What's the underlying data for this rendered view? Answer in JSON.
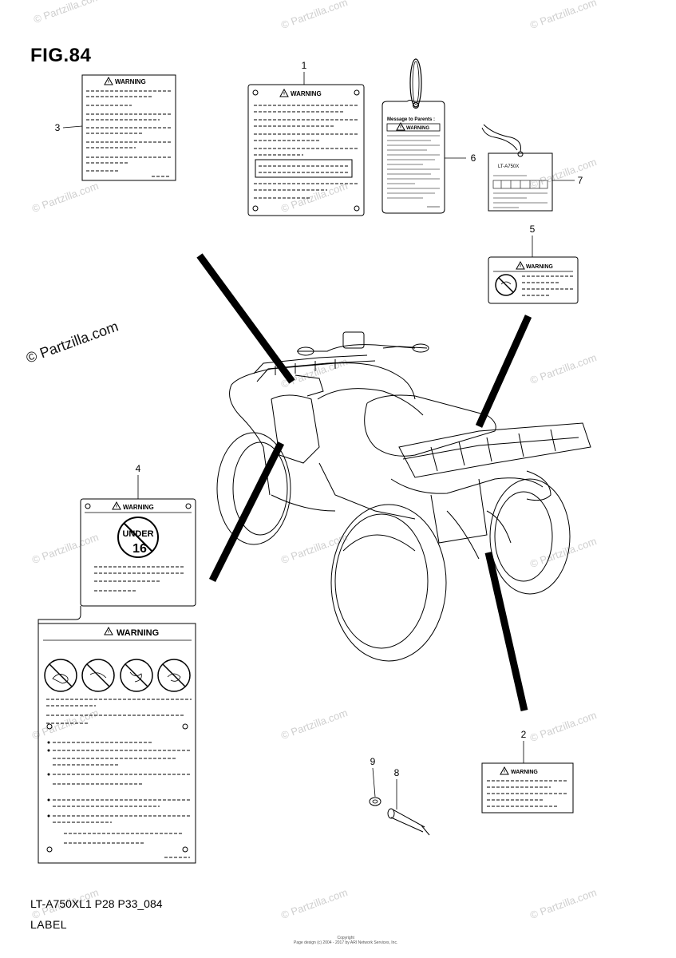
{
  "figure": {
    "title": "FIG.84",
    "model_code": "LT-A750XL1 P28 P33_084",
    "section_name": "LABEL"
  },
  "copyright_main": "© Partzilla.com",
  "watermark_text": "© Partzilla.com",
  "footer_note": [
    "Copyright",
    "Page design (c) 2004 - 2017 by ARI Network Services, Inc."
  ],
  "label_text": {
    "warning": "WARNING",
    "message_to_parents": "Message to Parents :",
    "model_tag": "LT-A750X",
    "under": "UNDER",
    "age": "16"
  },
  "callouts": [
    "1",
    "2",
    "3",
    "4",
    "5",
    "6",
    "7",
    "8",
    "9"
  ],
  "colors": {
    "ink": "#000000",
    "watermark": "#cfcfcf",
    "background": "#ffffff"
  }
}
